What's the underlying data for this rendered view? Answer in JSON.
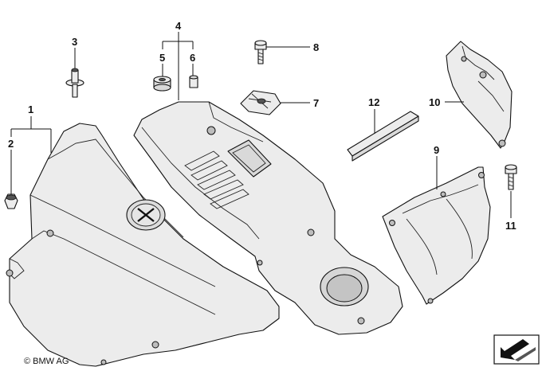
{
  "callouts": {
    "c1": "1",
    "c2": "2",
    "c3": "3",
    "c4": "4",
    "c5": "5",
    "c6": "6",
    "c7": "7",
    "c8": "8",
    "c9": "9",
    "c10": "10",
    "c11": "11",
    "c12": "12"
  },
  "copyright": "© BMW AG",
  "nav_icon": "arrow-nav-icon"
}
